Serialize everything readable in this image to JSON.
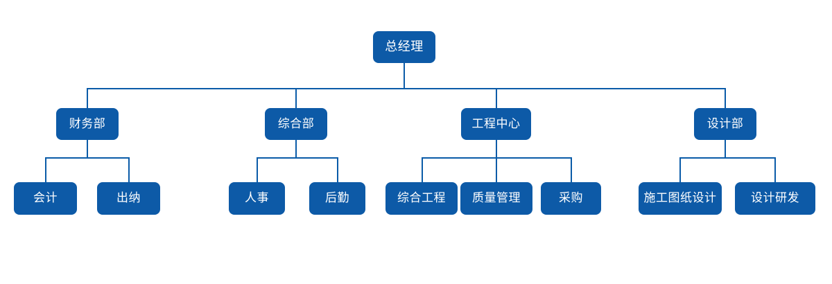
{
  "chart": {
    "type": "org-chart",
    "title": "",
    "theme": {
      "node_fill": "#0d5aa7",
      "node_text": "#ffffff",
      "connector": "#0a5ba8",
      "background": "#ffffff"
    },
    "levels": 3,
    "root": {
      "id": "general-manager",
      "label": "总经理"
    },
    "departments": [
      {
        "id": "finance",
        "label": "财务部",
        "children": [
          {
            "id": "accounting",
            "label": "会计"
          },
          {
            "id": "cashier",
            "label": "出纳"
          }
        ]
      },
      {
        "id": "general-affairs",
        "label": "综合部",
        "children": [
          {
            "id": "human-resources",
            "label": "人事"
          },
          {
            "id": "logistics",
            "label": "后勤"
          }
        ]
      },
      {
        "id": "engineering-center",
        "label": "工程中心",
        "children": [
          {
            "id": "comprehensive-engineering",
            "label": "综合工程"
          },
          {
            "id": "quality-management",
            "label": "质量管理"
          },
          {
            "id": "procurement",
            "label": "采购"
          }
        ]
      },
      {
        "id": "design",
        "label": "设计部",
        "children": [
          {
            "id": "construction-drawing-design",
            "label": "施工图纸设计"
          },
          {
            "id": "design-rnd",
            "label": "设计研发"
          }
        ]
      }
    ]
  }
}
